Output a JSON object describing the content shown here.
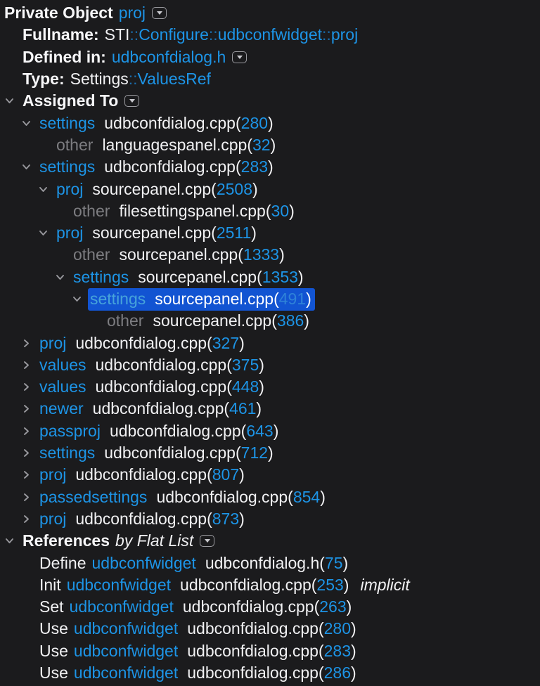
{
  "colors": {
    "background": "#1b1b1d",
    "link_blue": "#1d94e6",
    "separator_blue": "#1a6dac",
    "muted_grey": "#7d7d81",
    "selection_blue": "#1254d2"
  },
  "header": {
    "kind": "Private Object",
    "name": "proj"
  },
  "info": [
    {
      "label": "Fullname:",
      "parts": [
        [
          "plain",
          "STI"
        ],
        [
          "sep",
          "::"
        ],
        [
          "link",
          "Configure"
        ],
        [
          "sep",
          "::"
        ],
        [
          "link",
          "udbconfwidget"
        ],
        [
          "sep",
          "::"
        ],
        [
          "link",
          "proj"
        ]
      ],
      "menu_icon": false
    },
    {
      "label": "Defined in:",
      "parts": [
        [
          "link",
          "udbconfdialog.h"
        ]
      ],
      "menu_icon": true
    },
    {
      "label": "Type:",
      "parts": [
        [
          "plain",
          "Settings"
        ],
        [
          "sep",
          "::"
        ],
        [
          "link",
          "ValuesRef"
        ]
      ],
      "menu_icon": false
    }
  ],
  "assigned": {
    "title": "Assigned To",
    "menu_icon": true,
    "rows": [
      {
        "depth": 1,
        "chevron": "open",
        "label": "settings",
        "label_style": "link",
        "file": "udbconfdialog.cpp",
        "line": "280",
        "selected": false
      },
      {
        "depth": 2,
        "chevron": "none",
        "label": "other",
        "label_style": "muted",
        "file": "languagespanel.cpp",
        "line": "32",
        "selected": false
      },
      {
        "depth": 1,
        "chevron": "open",
        "label": "settings",
        "label_style": "link",
        "file": "udbconfdialog.cpp",
        "line": "283",
        "selected": false
      },
      {
        "depth": 2,
        "chevron": "open",
        "label": "proj",
        "label_style": "link",
        "file": "sourcepanel.cpp",
        "line": "2508",
        "selected": false
      },
      {
        "depth": 3,
        "chevron": "none",
        "label": "other",
        "label_style": "muted",
        "file": "filesettingspanel.cpp",
        "line": "30",
        "selected": false
      },
      {
        "depth": 2,
        "chevron": "open",
        "label": "proj",
        "label_style": "link",
        "file": "sourcepanel.cpp",
        "line": "2511",
        "selected": false
      },
      {
        "depth": 3,
        "chevron": "none",
        "label": "other",
        "label_style": "muted",
        "file": "sourcepanel.cpp",
        "line": "1333",
        "selected": false
      },
      {
        "depth": 3,
        "chevron": "open",
        "label": "settings",
        "label_style": "link",
        "file": "sourcepanel.cpp",
        "line": "1353",
        "selected": false
      },
      {
        "depth": 4,
        "chevron": "open",
        "label": "settings",
        "label_style": "link",
        "file": "sourcepanel.cpp",
        "line": "491",
        "selected": true
      },
      {
        "depth": 5,
        "chevron": "none",
        "label": "other",
        "label_style": "muted",
        "file": "sourcepanel.cpp",
        "line": "386",
        "selected": false
      },
      {
        "depth": 1,
        "chevron": "closed",
        "label": "proj",
        "label_style": "link",
        "file": "udbconfdialog.cpp",
        "line": "327",
        "selected": false
      },
      {
        "depth": 1,
        "chevron": "closed",
        "label": "values",
        "label_style": "link",
        "file": "udbconfdialog.cpp",
        "line": "375",
        "selected": false
      },
      {
        "depth": 1,
        "chevron": "closed",
        "label": "values",
        "label_style": "link",
        "file": "udbconfdialog.cpp",
        "line": "448",
        "selected": false
      },
      {
        "depth": 1,
        "chevron": "closed",
        "label": "newer",
        "label_style": "link",
        "file": "udbconfdialog.cpp",
        "line": "461",
        "selected": false
      },
      {
        "depth": 1,
        "chevron": "closed",
        "label": "passproj",
        "label_style": "link",
        "file": "udbconfdialog.cpp",
        "line": "643",
        "selected": false
      },
      {
        "depth": 1,
        "chevron": "closed",
        "label": "settings",
        "label_style": "link",
        "file": "udbconfdialog.cpp",
        "line": "712",
        "selected": false
      },
      {
        "depth": 1,
        "chevron": "closed",
        "label": "proj",
        "label_style": "link",
        "file": "udbconfdialog.cpp",
        "line": "807",
        "selected": false
      },
      {
        "depth": 1,
        "chevron": "closed",
        "label": "passedsettings",
        "label_style": "link",
        "file": "udbconfdialog.cpp",
        "line": "854",
        "selected": false
      },
      {
        "depth": 1,
        "chevron": "closed",
        "label": "proj",
        "label_style": "link",
        "file": "udbconfdialog.cpp",
        "line": "873",
        "selected": false
      }
    ]
  },
  "references": {
    "title": "References",
    "subtitle": "by Flat List",
    "menu_icon": true,
    "rows": [
      {
        "verb": "Define",
        "entity": "udbconfwidget",
        "file": "udbconfdialog.h",
        "line": "75",
        "suffix": ""
      },
      {
        "verb": "Init",
        "entity": "udbconfwidget",
        "file": "udbconfdialog.cpp",
        "line": "253",
        "suffix": "implicit"
      },
      {
        "verb": "Set",
        "entity": "udbconfwidget",
        "file": "udbconfdialog.cpp",
        "line": "263",
        "suffix": ""
      },
      {
        "verb": "Use",
        "entity": "udbconfwidget",
        "file": "udbconfdialog.cpp",
        "line": "280",
        "suffix": ""
      },
      {
        "verb": "Use",
        "entity": "udbconfwidget",
        "file": "udbconfdialog.cpp",
        "line": "283",
        "suffix": ""
      },
      {
        "verb": "Use",
        "entity": "udbconfwidget",
        "file": "udbconfdialog.cpp",
        "line": "286",
        "suffix": ""
      }
    ]
  }
}
